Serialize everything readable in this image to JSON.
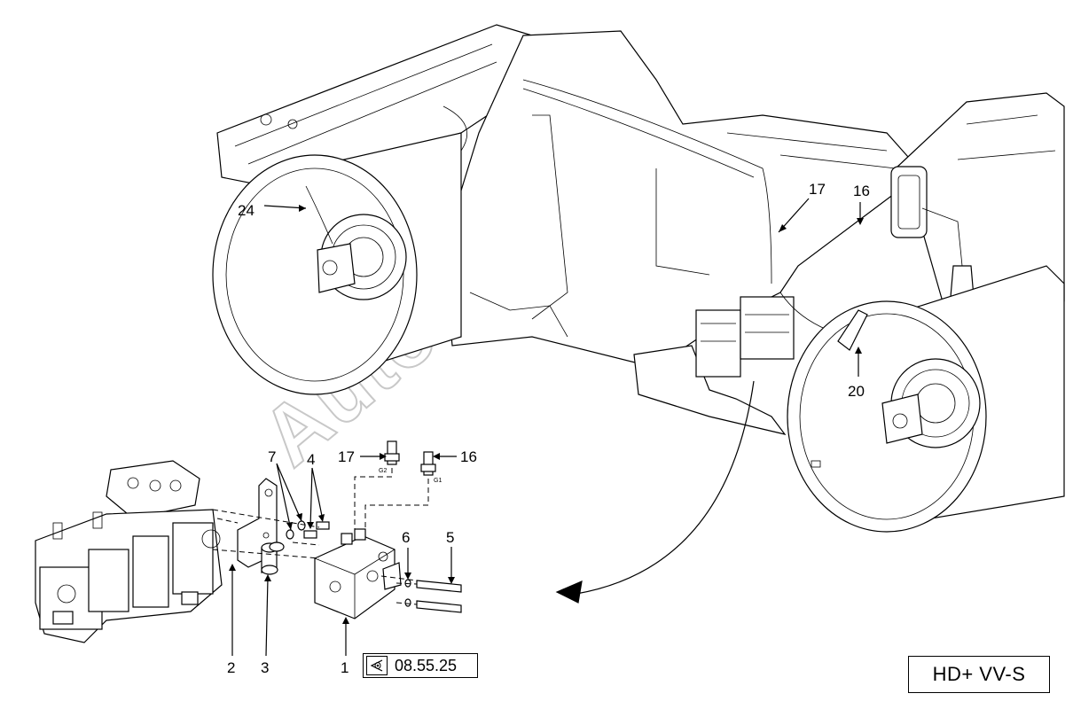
{
  "watermark": "AutoSoft",
  "callouts": [
    {
      "id": "c24",
      "text": "24"
    },
    {
      "id": "c17-top",
      "text": "17"
    },
    {
      "id": "c16-top",
      "text": "16"
    },
    {
      "id": "c20",
      "text": "20"
    },
    {
      "id": "c7",
      "text": "7"
    },
    {
      "id": "c4",
      "text": "4"
    },
    {
      "id": "c17-det",
      "text": "17"
    },
    {
      "id": "c16-det",
      "text": "16"
    },
    {
      "id": "c6",
      "text": "6"
    },
    {
      "id": "c5",
      "text": "5"
    },
    {
      "id": "c2",
      "text": "2"
    },
    {
      "id": "c3",
      "text": "3"
    },
    {
      "id": "c1",
      "text": "1"
    }
  ],
  "port_labels": {
    "g2": "G2",
    "g1": "G1"
  },
  "reference": {
    "icon": "eye-icon",
    "code": "08.55.25"
  },
  "model_label": "HD+ VV-S"
}
